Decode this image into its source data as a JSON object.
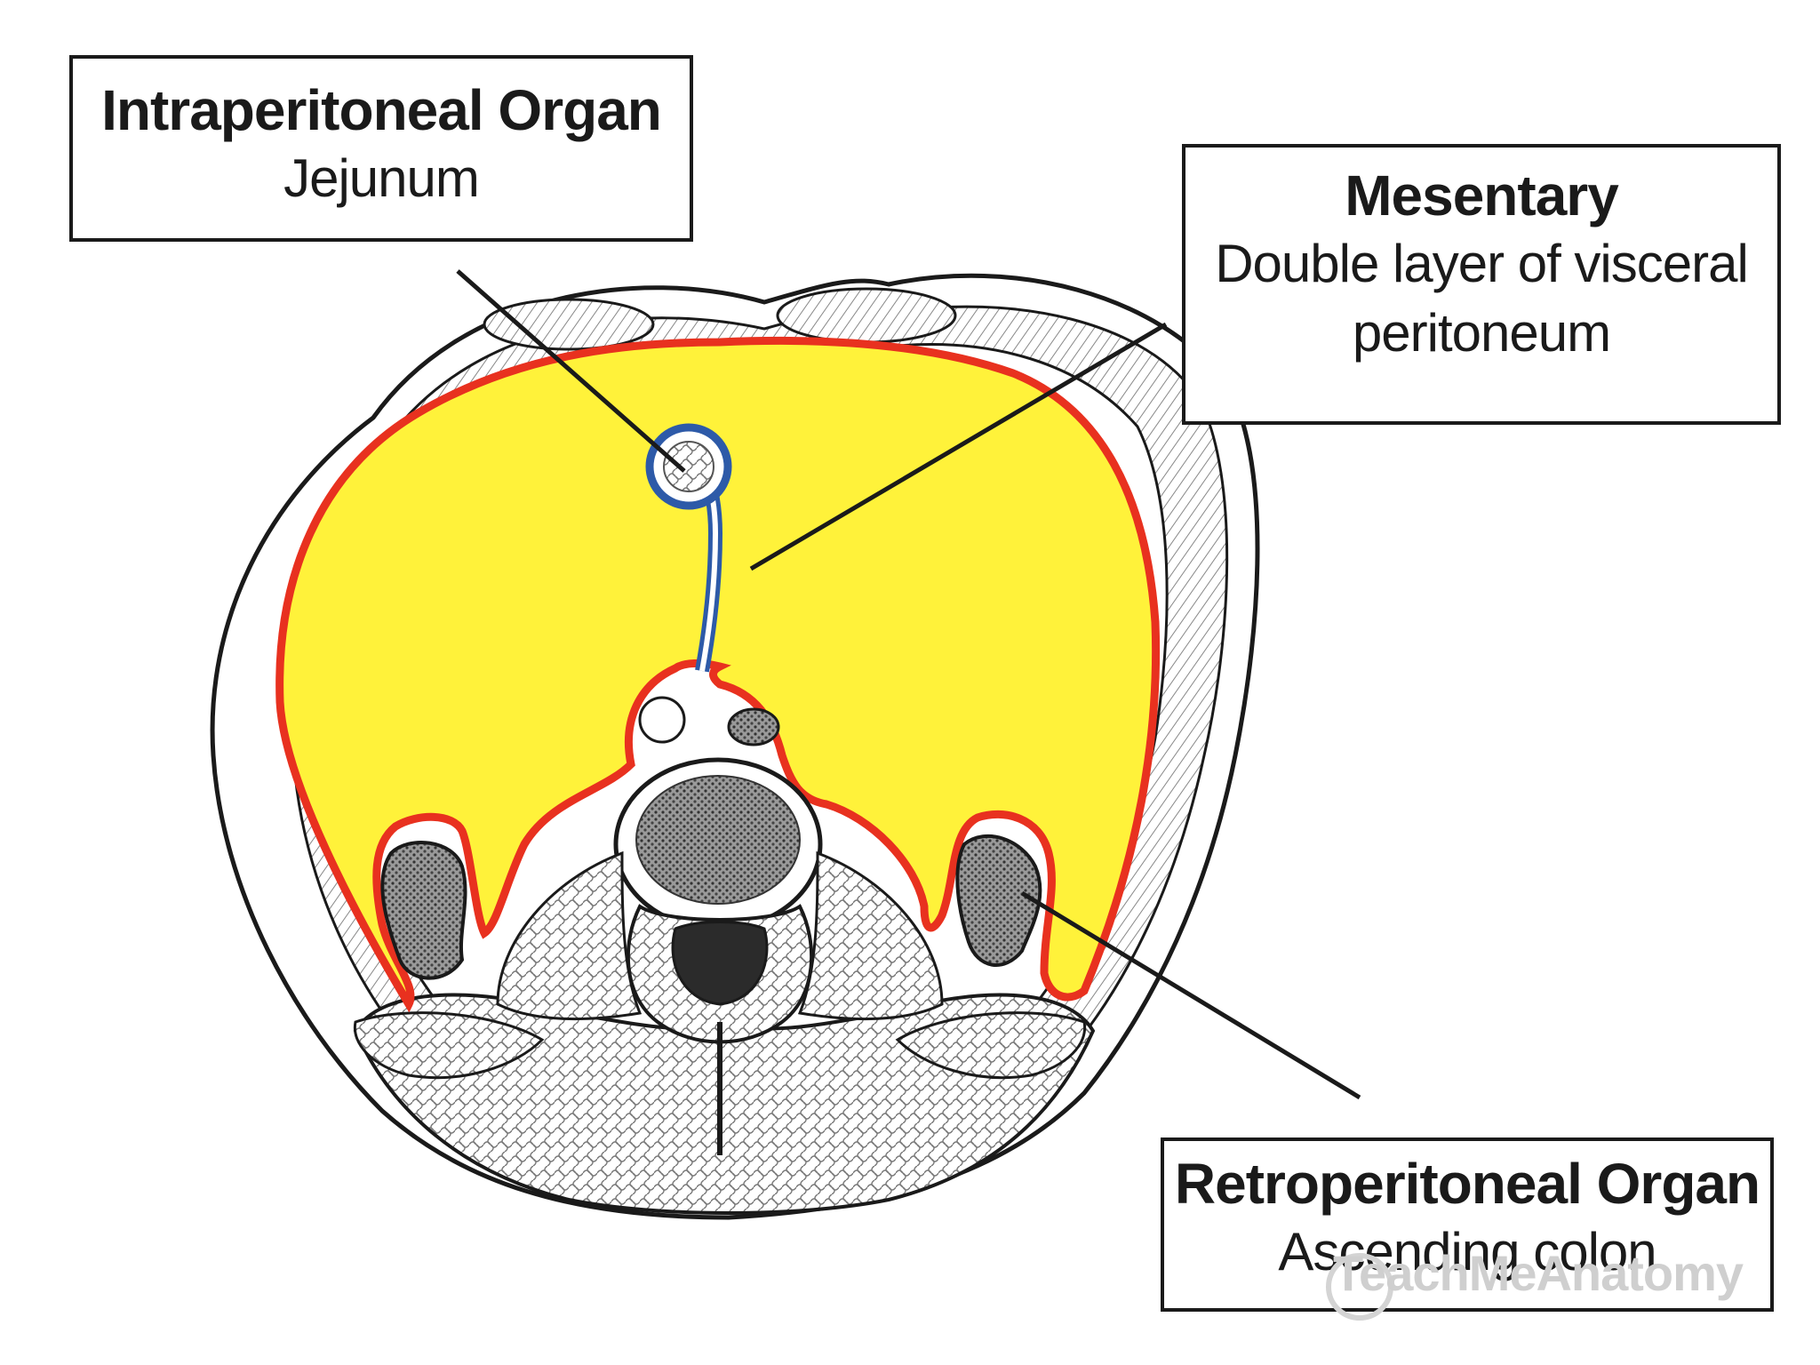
{
  "labels": {
    "intraperitoneal": {
      "title": "Intraperitoneal Organ",
      "subtitle": "Jejunum"
    },
    "mesentery": {
      "title": "Mesentary",
      "subtitle_line1": "Double layer of visceral",
      "subtitle_line2": "peritoneum"
    },
    "retroperitoneal": {
      "title": "Retroperitoneal Organ",
      "subtitle": "Ascending colon"
    }
  },
  "watermark": "TeachMeAnatomy",
  "colors": {
    "peritoneal_cavity": "#fff23a",
    "parietal_peritoneum": "#e8311f",
    "visceral_peritoneum": "#2d5aa8",
    "outline": "#1a1a1a",
    "tissue": "#d9d9d9",
    "dark_tissue": "#555555"
  }
}
